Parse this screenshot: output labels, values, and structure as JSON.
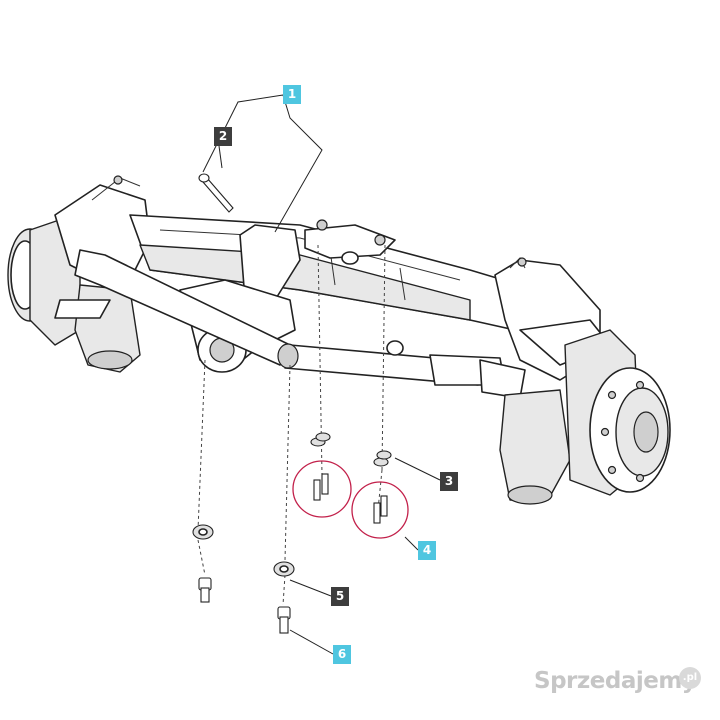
{
  "callouts": [
    {
      "id": "c1",
      "label": "1",
      "style": "teal"
    },
    {
      "id": "c2",
      "label": "2",
      "style": "dark"
    },
    {
      "id": "c3",
      "label": "3",
      "style": "dark"
    },
    {
      "id": "c4",
      "label": "4",
      "style": "teal"
    },
    {
      "id": "c5",
      "label": "5",
      "style": "dark"
    },
    {
      "id": "c6",
      "label": "6",
      "style": "teal"
    }
  ],
  "watermark": {
    "text": "Sprzedajemy",
    "badge": ".pl"
  },
  "colors": {
    "teal": "#4fc6e0",
    "dark": "#3d3d3d",
    "highlight": "#c2204a"
  }
}
